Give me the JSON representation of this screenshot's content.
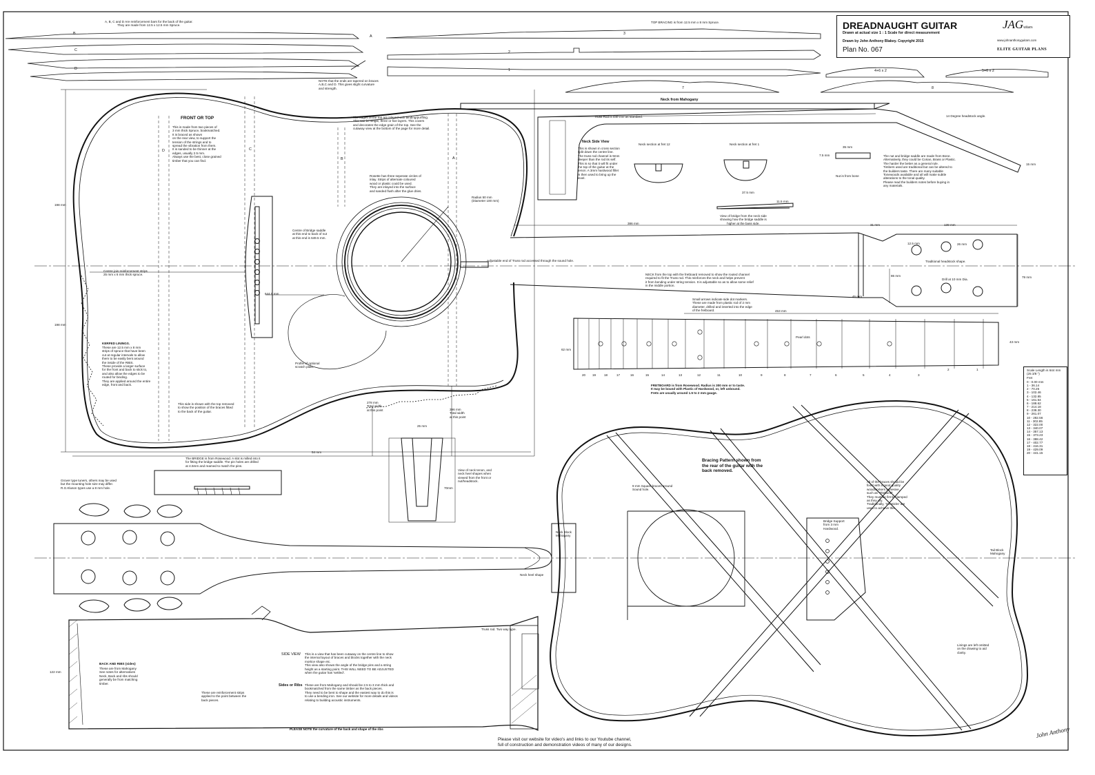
{
  "title_block": {
    "title": "DREADNAUGHT GUITAR",
    "subtitle": "Drawn at actual size 1 : 1 Scale for direct measurement",
    "author": "Drawn by John Anthony Blakey. Copyright 2015",
    "plan_no": "Plan No. 067",
    "logo_main": "JAG",
    "logo_suffix": "uitars",
    "website": "www.johnanthonyguitars.com",
    "series": "ELITE GUITAR PLANS"
  },
  "notes": {
    "back_braces": "A, B, C and D Are reinforcement bars for the back of the guitar.\nThey are made from 12.5 x 12.5 mm Spruce.",
    "top_bracing": "TOP BRACING is from 12.5 mm x 8 mm Spruce.",
    "brace_ends": "NOTE that the ends are tapered on braces\nA,B,C and D. This gives slight curvature\nand strength.",
    "front_title": "FRONT OR TOP",
    "front_text": "This is made from two pieces of\n3 mm thick Spruce, bookmatched.\nIt is braced as shown\non the rear view, to support the\ntension of the strings and to\nspread the vibration from them.\nIt is sanded to be thinner at the\nedges, usually 2.5 mm.\nAlways use the best, close grained\ntimber that you can find.",
    "binding": "The edges of the top are inlayed with binding/purfling.\nThis can be single, three or five layers. This covers\nand decorates the edge grain of the top. See the\ncutaway view at the bottom of the page for more detail.",
    "rosette": "Rosette has three seperate circles of\ninlay. Strips of alternate coloured\nwood or plastic could be used.\nThey are inlayed into the surface\nand sanded flush after the glue dries.",
    "radius": "Radius 50 mm\n(Diameter 100 mm)",
    "bridge_centre": "Centre of Bridge saddle\nat this end to back of nut\nat this end is 649.5 mm.",
    "centre_joint": "Centre join reinforcement strips\n25 mm x 6 mm thick spruce.",
    "dim_6445": "644.5 mm",
    "dim_386": "386 mm",
    "kerfed_title": "KERFED LININGS.",
    "kerfed_text": "These are 12.5 mm x 8 mm\nstrips of spruce that have been\ncut at regular intervals to allow\nthem to be easily bent around\nthe inside of the RIBS.\nThese provide a larger surface\nfor the front and back to stick to,\nand also allow the edges to be\nrouted for binding.\nThey are applied around the entire\nedge, front and back.",
    "scratch_plate": "Profile of optional\nscratch plate.",
    "top_removed": "This side is shown with the top removed\nto show the position of the braces fitted\nto the back of the guitar.",
    "width_278": "278 mm\nTotal width\nat this point",
    "width_396": "396 mm\nTotal width\nat this point",
    "dim_198_upper": "198 mm",
    "dim_198_lower": "198 mm",
    "dim_54": "54 mm",
    "truss_access": "Adjustable end of Truss rod accessed through the sound hole.",
    "neck_mahogany": "Neck from Mahogany",
    "truss_rod": "Truss Rod is 440 mm as standard.",
    "headstock_angle": "14 Degree headstock angle.",
    "neck_side_title": "Neck Side View",
    "neck_side_text": "This is shown in cross section\nsplit down the centre line.\nThe truss rod channel is 9mm\ndeeper than the rod its self.\nThis is so that it will fit under\nthe top of the guitar at the\ntenon. A 3mm hardwood fillet\nis then used to bring up the\nlevel.",
    "neck_fret12": "Neck section at fret 12",
    "neck_fret1": "Neck section at fret 1",
    "dim_35": "35 mm",
    "dim_75": "7.5 mm",
    "nut_bone": "Nut is from bone",
    "dim_375": "37.5 mm",
    "dim_115": "11.5 mm",
    "bridge_view": "View of bridge from the neck side\nshowing how the bridge saddle is\nhigher at the bass side.",
    "nut_saddle": "The nut and bridge saddle are made from Bone.\nAlternatively, they could be Corian, Brass or Plastic.\nThe harder the better as a general rule.\nTimbers used are traditional but can be altered to\nthe builders taste. There are many suitable\nTonewoods available and all will make subtle\nalterations to the tonal quality.\nPlease read the builders notes before buying in\nany materials.",
    "dim_15": "15 mm",
    "dim_31": "31 mm",
    "dim_139": "139 mm",
    "dim_125": "12.5 mm",
    "dim_26": "26 mm",
    "headstock_shape": "Traditional headstock shape.",
    "dim_86": "86 mm",
    "drill": "Drill at 10 mm Dia.",
    "dim_79": "79 mm",
    "dim_45": "45 mm",
    "neck_routed": "NECK from the top with the fretboard removed to show the routed channel\nrequired to fit the Truss rod. This reinforces the neck and helps prevent\nit from bending under string tension. It is adjustable so as to allow some relief\nin the middle portion.",
    "side_dots": "Small arrows indicate side dot markers.\nThese are made from plastic rod of 2 mm\ndiameter, drilled and inserted into the edge\nof the fretboard.",
    "dim_453": "453 mm",
    "pearl_dots": "Pearl dots",
    "dim_43": "43 mm",
    "dim_62": "62 mm",
    "fretboard_note": "FRETBOARD is from Rosewood. Radius is 300 mm or to taste.\nIt may be bound with Plastic of Hardwood, or, left unbound.\nFrets are usually around 1.5 to 2 mm gauge.",
    "bridge_rosewood": "The BRIDGE is from Rosewood. A slot is milled into it\nfor fitting the bridge saddle. The pin holes are drilled\nat 4.5mm and reamed to match the pins.",
    "tuners": "Grover type tuners, others may be used\nbut the mounting hole size may differ.\nR.G.Kluson types use a 8 mm hole.",
    "dim_25": "25 mm",
    "neck_tenon": "View of neck tenon, and\nneck heel shapes when\nviewed from the front or\nnut/headstock.",
    "dim_70": "70mm",
    "neck_block": "Neck Block\nMahogany",
    "neck_heel": "Neck heel shape",
    "bracing_pattern": "Bracing Pattern shown from\nthe rear of the guitar with the\nback removed.",
    "square_braces": "9 mm Square braces around\nSound hole.",
    "brace_glue": "All of the braces should be\nfixed with a good quality\nwoodworkers adhesive,\nsuch as \"Titebond\"\nThey must be firmly clamped\nas they dry.\nTraditionally, 'Go sticks' are\nused to achieve this.",
    "bridge_support": "Bridge Support\nfrom 3 mm\nHardwood.",
    "tail_block": "Tail Block\nMahogany",
    "linings_omitted": "Linings are left omitted\non the drawing to aid\nclarity.",
    "truss_type": "Truss rod. Two way type.",
    "dim_122": "122 mm",
    "back_ribs_title": "BACK AND RIBS (sides)",
    "back_ribs_text": "These are from Mahogany\nSee notes for alternatives\nNeck, Back and ribs should\ngenerally be from matching\ntimber.",
    "side_view_label": "SIDE VIEW",
    "side_view_text": "This is a view that has been cutaway on the centre line to show\nthe internal layout of braces and blocks together with the neck\nmortice shape etc.\nThis view also shows the angle of the bridge pins and a string\nheight as a starting point. THIS WILL NEED TO BE ADJUSTED\nwhen the guitar has 'settled'.",
    "sides_ribs_label": "Sides or Ribs",
    "sides_ribs_text": "These are from Mahogany and should be 2.5 to 3 mm thick and\nbookmatched from the same timber as the back pieces.\nThey need to be bent to shape and the easiest way to do this is\nto use a bending iron. See our website for more details and videos\nrelating to building acoustic instruments.",
    "reinforcement_strips": "These are reinforcement strips\napplied to the point between the\nback pieces.",
    "curvature_note": "PLEASE NOTE the curvature of the back and shape of the ribs",
    "footer": "Please visit our website for video's and links to our Youtube channel,\nfull of construction and demonstration videos of many of our designs."
  },
  "brace_labels": {
    "back": [
      "B",
      "A",
      "C",
      "D"
    ],
    "top": [
      "3",
      "2",
      "1",
      "4+6 x 2",
      "5+6 x 2",
      "7",
      "8"
    ],
    "body": [
      "D",
      "C",
      "B",
      "A"
    ]
  },
  "fret_numbers": [
    "20",
    "19",
    "18",
    "17",
    "16",
    "15",
    "14",
    "13",
    "12",
    "11",
    "10",
    "9",
    "8",
    "7",
    "6",
    "5",
    "4",
    "3",
    "2",
    "1"
  ],
  "scale_table": {
    "title": "Scale Length is 644 mm\n(25 3/8 \")",
    "sub": "Fret",
    "rows": [
      "0 - 0.00 mm",
      "1 - 36.14",
      "2 - 70.26",
      "3 - 102.46",
      "4 - 132.85",
      "5 - 161.54",
      "6 - 188.62",
      "7 - 214.18",
      "8 - 238.30",
      "9 - 261.07",
      "10 - 282.56",
      "11 - 302.85",
      "12 - 322.00",
      "13 - 340.07",
      "14 - 357.13",
      "15 - 373.23",
      "16 - 388.42",
      "17 - 402.77",
      "18 - 416.31",
      "19 - 429.09",
      "20 - 441.15"
    ]
  },
  "signature": "John Anthony"
}
